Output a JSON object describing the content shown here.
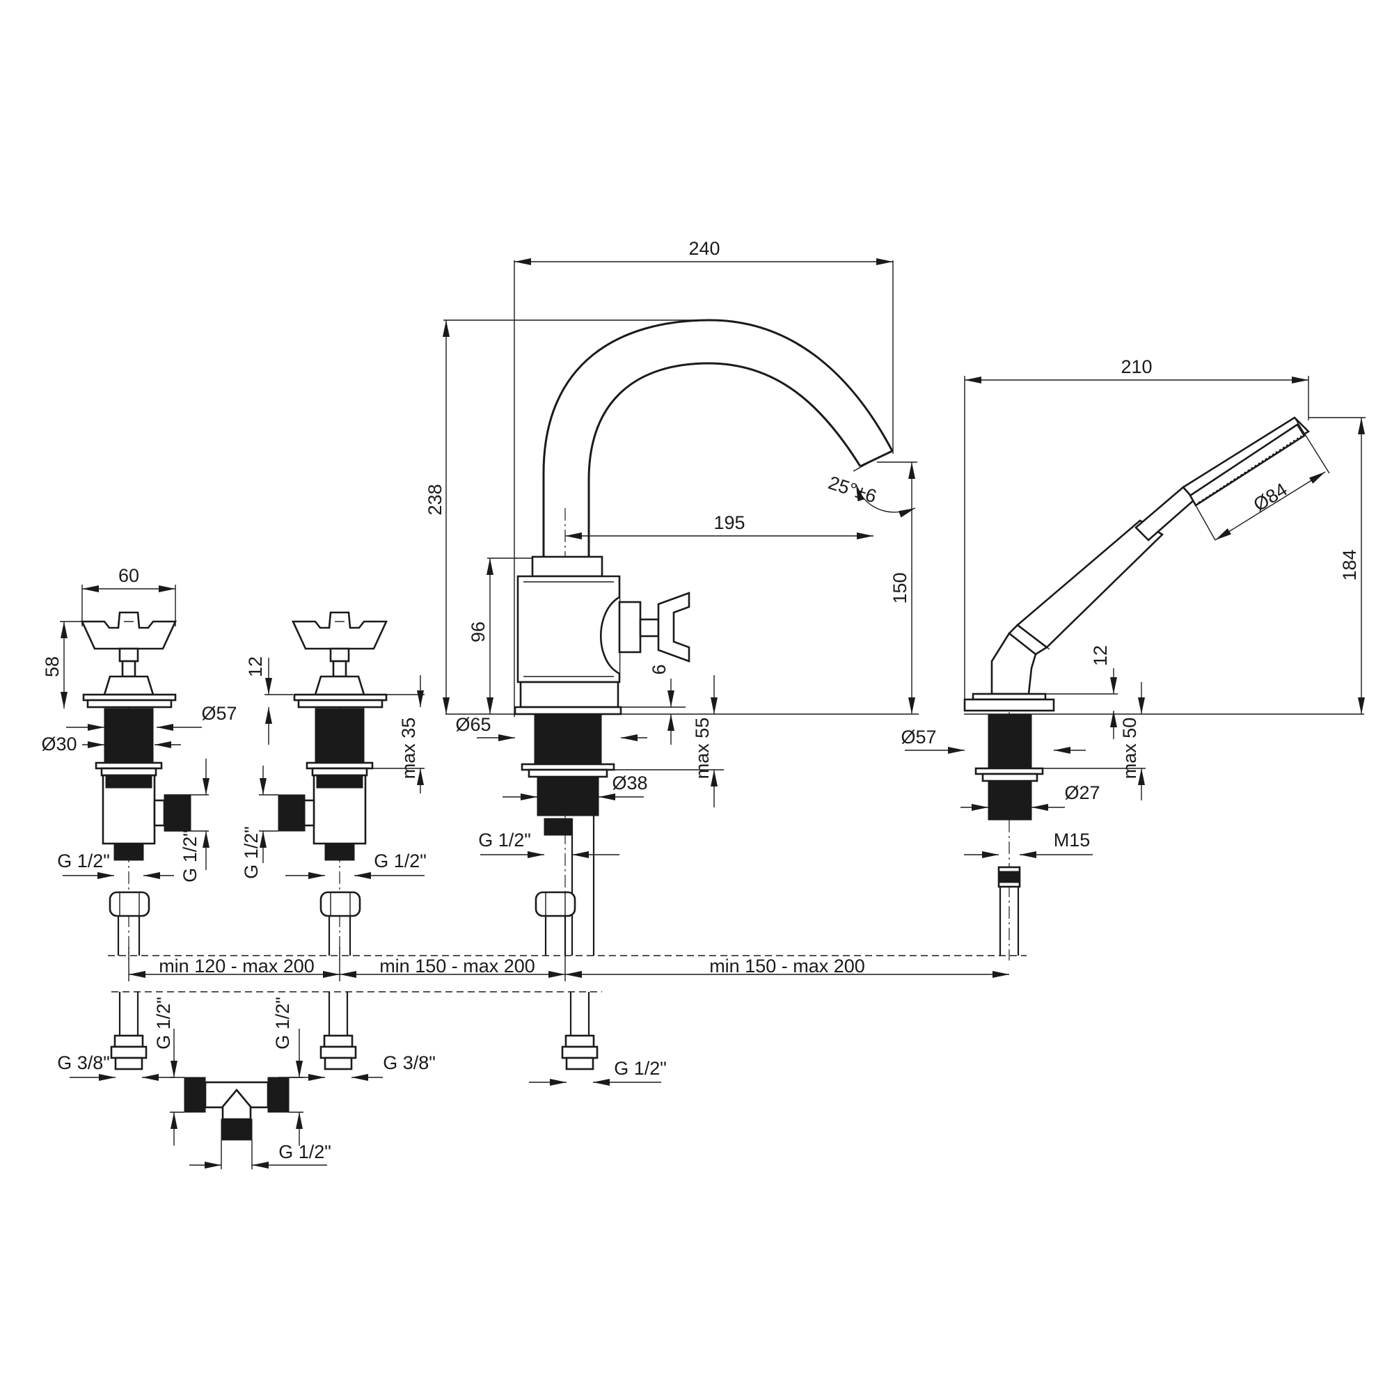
{
  "dimensions": {
    "spout_reach_overall": "240",
    "spout_height": "238",
    "spout_reach": "195",
    "spout_outlet_height": "150",
    "spout_body_height": "96",
    "spout_flange_thickness": "6",
    "spout_flange_diameter": "Ø65",
    "spout_max_deck": "max 55",
    "spout_shank_diameter": "Ø38",
    "spout_connection": "G 1/2\"",
    "spout_angle": "25°±6",
    "valve_handle_width": "60",
    "valve_height": "58",
    "valve_flange_diameter": "Ø57",
    "valve_shank_diameter": "Ø30",
    "valve_left_outlet": "G 1/2\"",
    "valve_left_side_outlet": "G 1/2\"",
    "valve_right_flange_gap": "12",
    "valve_right_max_deck": "max 35",
    "valve_right_side_outlet": "G 1/2\"",
    "valve_right_outlet": "G 1/2\"",
    "shower_reach": "210",
    "shower_head_diameter": "Ø84",
    "shower_height": "184",
    "shower_flange_gap": "12",
    "shower_flange_diameter": "Ø57",
    "shower_max_deck": "max 50",
    "shower_shank_diameter": "Ø27",
    "shower_hose_thread": "M15",
    "spacing_1": "min 120 - max 200",
    "spacing_2": "min 150 - max 200",
    "spacing_3": "min 150 - max 200",
    "hose_left_top": "G 1/2\"",
    "hose_left_bottom": "G 3/8\"",
    "hose_mid_top": "G 1/2\"",
    "hose_mid_bottom": "G 3/8\"",
    "hose_right_bottom": "G 1/2\"",
    "tee_outlet": "G 1/2\""
  }
}
